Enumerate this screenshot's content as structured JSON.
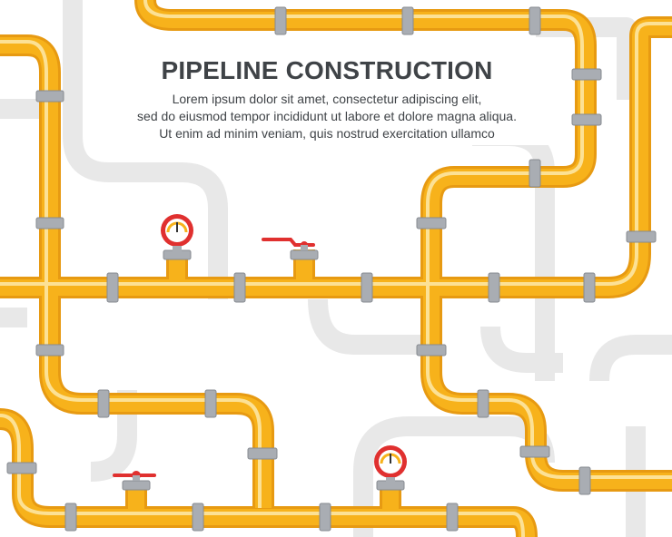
{
  "heading": {
    "title": "PIPELINE CONSTRUCTION",
    "lines": [
      "Lorem ipsum dolor sit amet, consectetur adipiscing elit,",
      "sed do eiusmod tempor incididunt ut labore et dolore magna aliqua.",
      "Ut enim ad minim veniam, quis nostrud exercitation ullamco"
    ]
  },
  "colors": {
    "pipe": "#f7b21b",
    "pipe_highlight": "#fde7a3",
    "pipe_shadow": "#e79a12",
    "background_pipe": "#e6e6e6",
    "flange": "#a9adb3",
    "valve_handle": "#e0302f",
    "text": "#3f4347"
  },
  "icons": [
    "pressure-gauge-icon",
    "valve-handle-icon",
    "pipe-flange-icon"
  ]
}
